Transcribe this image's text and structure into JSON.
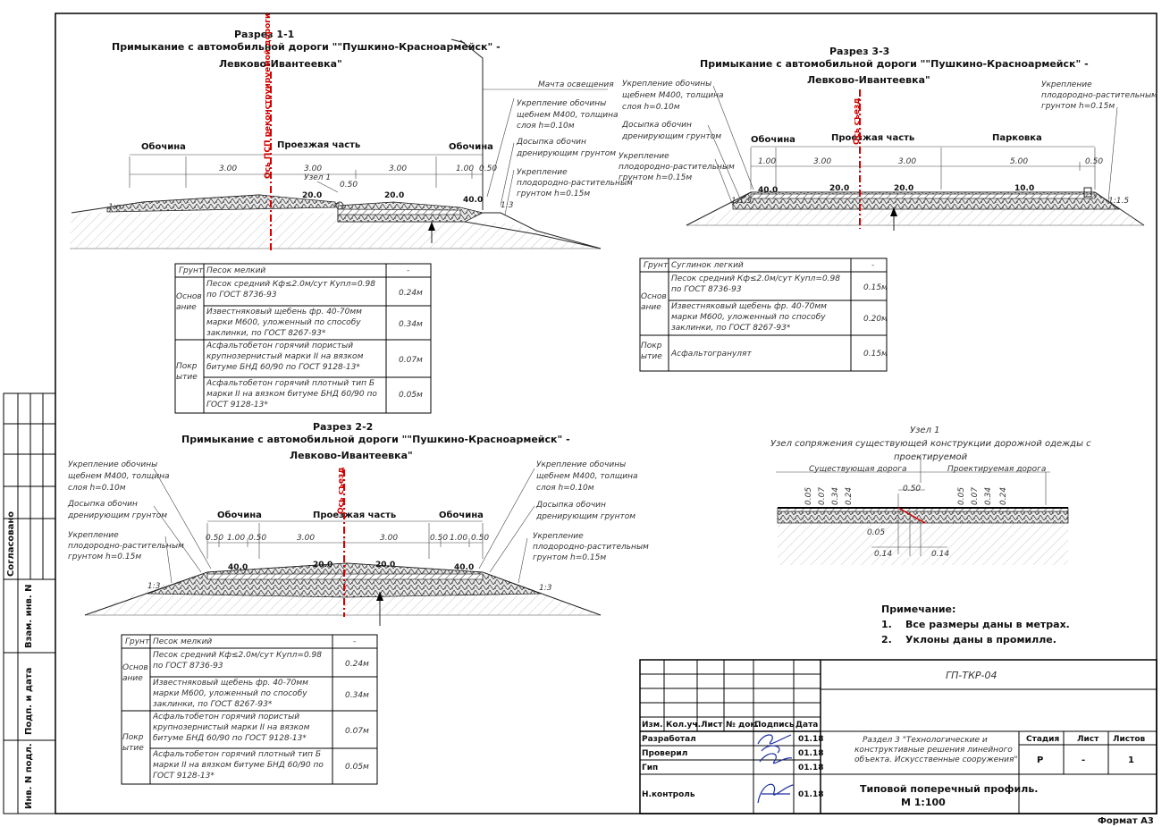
{
  "format_label": "Формат А3",
  "left_strip": {
    "agreed": "Согласовано",
    "inv_replace": "Взам. инв. N",
    "sign_date": "Подп. и дата",
    "inv_orig": "Инв. N подл."
  },
  "section11": {
    "title": "Разрез 1-1",
    "subtitle_1": "Примыкание с автомобильной дороги \"\"Пушкино-Красноармейск\" -",
    "subtitle_2": "Левково-Ивантеевка\"",
    "axis_label": "Ось ПСП реконструируемой дороги",
    "shoulder_left": "Обочина",
    "carriageway": "Проезжая часть",
    "shoulder_right": "Обочина",
    "dim_300a": "3.00",
    "dim_300b": "3.00",
    "dim_300c": "3.00",
    "dim_100": "1.00",
    "dim_050": "0.50",
    "node": "Узел 1",
    "node_dim": "0.50",
    "slope_20a": "20.0",
    "slope_20b": "20.0",
    "slope_40": "40.0",
    "slope_11": "1:n",
    "slope_13": "1:3",
    "callout_mast": "Мачта освещения",
    "callout_1": "Укрепление обочины",
    "callout_1b": "щебнем М400, толщина",
    "callout_1c": "слоя h=0.10м",
    "callout_2": "Досыпка обочин",
    "callout_2b": "дренирующим грунтом",
    "callout_3": "Укрепление",
    "callout_3b": "плодородно-растительным",
    "callout_3c": "грунтом h=0.15м"
  },
  "table1": {
    "rows": [
      {
        "group": "Грунт",
        "desc": "Песок мелкий",
        "value": "-"
      },
      {
        "group": "Основание",
        "desc": "Песок средний Кф≤2.0м/сут Купл=0.98 по ГОСТ 8736-93",
        "value": "0.24м"
      },
      {
        "group": "",
        "desc": "Известняковый щебень фр. 40-70мм марки М600, уложенный по способу заклинки, по ГОСТ 8267-93*",
        "value": "0.34м"
      },
      {
        "group": "Покрытие",
        "desc": "Асфальтобетон горячий пористый крупнозернистый марки II на вязком битуме БНД 60/90 по ГОСТ 9128-13*",
        "value": "0.07м"
      },
      {
        "group": "",
        "desc": "Асфальтобетон горячий плотный тип Б марки II на вязком битуме БНД 60/90 по ГОСТ 9128-13*",
        "value": "0.05м"
      }
    ]
  },
  "section22": {
    "title": "Разрез 2-2",
    "subtitle_1": "Примыкание с автомобильной дороги \"\"Пушкино-Красноармейск\" -",
    "subtitle_2": "Левково-Ивантеевка\"",
    "axis_label": "Ось съезд",
    "shoulder_left": "Обочина",
    "carriageway": "Проезжая часть",
    "shoulder_right": "Обочина",
    "dim_050a": "0.50",
    "dim_100a": "1.00",
    "dim_050b": "0.50",
    "dim_300a": "3.00",
    "dim_300b": "3.00",
    "dim_050c": "0.50",
    "dim_100b": "1.00",
    "dim_050d": "0.50",
    "slope_40a": "40.0",
    "slope_20a": "20.0",
    "slope_20b": "20.0",
    "slope_40b": "40.0",
    "slope_13a": "1:3",
    "slope_13b": "1:3",
    "left_c1": "Укрепление обочины",
    "left_c1b": "щебнем М400, толщина",
    "left_c1c": "слоя h=0.10м",
    "left_c2": "Досыпка обочин",
    "left_c2b": "дренирующим грунтом",
    "left_c3": "Укрепление",
    "left_c3b": "плодородно-растительным",
    "left_c3c": "грунтом h=0.15м",
    "right_c1": "Укрепление обочины",
    "right_c1b": "щебнем М400, толщина",
    "right_c1c": "слоя h=0.10м",
    "right_c2": "Досыпка обочин",
    "right_c2b": "дренирующим грунтом",
    "right_c3": "Укрепление",
    "right_c3b": "плодородно-растительным",
    "right_c3c": "грунтом h=0.15м"
  },
  "table2": {
    "rows": [
      {
        "group": "Грунт",
        "desc": "Песок мелкий",
        "value": "-"
      },
      {
        "group": "Основание",
        "desc": "Песок средний Кф≤2.0м/сут Купл=0.98 по ГОСТ 8736-93",
        "value": "0.24м"
      },
      {
        "group": "",
        "desc": "Известняковый щебень фр. 40-70мм марки М600, уложенный по способу заклинки, по ГОСТ 8267-93*",
        "value": "0.34м"
      },
      {
        "group": "Покрытие",
        "desc": "Асфальтобетон горячий пористый крупнозернистый марки II на вязком битуме БНД 60/90 по ГОСТ 9128-13*",
        "value": "0.07м"
      },
      {
        "group": "",
        "desc": "Асфальтобетон горячий плотный тип Б марки II на вязком битуме БНД 60/90 по ГОСТ 9128-13*",
        "value": "0.05м"
      }
    ]
  },
  "section33": {
    "title": "Разрез 3-3",
    "subtitle_1": "Примыкание с автомобильной дороги \"\"Пушкино-Красноармейск\" -",
    "subtitle_2": "Левково-Ивантеевка\"",
    "axis_label": "Ось съезд",
    "shoulder": "Обочина",
    "carriageway": "Проезжая часть",
    "parking": "Парковка",
    "dim_100": "1.00",
    "dim_300a": "3.00",
    "dim_300b": "3.00",
    "dim_500": "5.00",
    "dim_050": "0.50",
    "slope_40": "40.0",
    "slope_20a": "20.0",
    "slope_20b": "20.0",
    "slope_10": "10.0",
    "slope_15a": "1:1.5",
    "slope_15b": "1:1.5",
    "c1": "Укрепление обочины",
    "c1b": "щебнем М400, толщина",
    "c1c": "слоя h=0.10м",
    "c2": "Досыпка обочин",
    "c2b": "дренирующим грунтом",
    "c3": "Укрепление",
    "c3b": "плодородно-растительным",
    "c3c": "грунтом h=0.15м",
    "r1": "Укрепление",
    "r1b": "плодородно-растительным",
    "r1c": "грунтом h=0.15м"
  },
  "table3": {
    "rows": [
      {
        "group": "Грунт",
        "desc": "Суглинок легкий",
        "value": "-"
      },
      {
        "group": "Основание",
        "desc": "Песок средний Кф≤2.0м/сут Купл=0.98 по ГОСТ 8736-93",
        "value": "0.15м"
      },
      {
        "group": "",
        "desc": "Известняковый щебень фр. 40-70мм марки М600, уложенный по способу заклинки, по ГОСТ 8267-93*",
        "value": "0.20м"
      },
      {
        "group": "Покрытие",
        "desc": "Асфальтогранулят",
        "value": "0.15м"
      }
    ]
  },
  "node1": {
    "title": "Узел 1",
    "subtitle_1": "Узел сопряжения существующей конструкции дорожной одежды с",
    "subtitle_2": "проектируемой",
    "existing": "Существующая дорога",
    "designed": "Проектируемая дорога",
    "dim_050": "0.50",
    "dim_005": "0.05",
    "dim_014a": "0.14",
    "dim_014b": "0.14",
    "v1": "0.05",
    "v2": "0.07",
    "v3": "0.34",
    "v4": "0.24",
    "v5": "0.05",
    "v6": "0.07",
    "v7": "0.34",
    "v8": "0.24"
  },
  "notes": {
    "title": "Примечание:",
    "n1_num": "1.",
    "n1": "Все размеры даны в метрах.",
    "n2_num": "2.",
    "n2": "Уклоны даны в промилле."
  },
  "stamp": {
    "code": "ГП-ТКР-04",
    "h_izm": "Изм.",
    "h_kol": "Кол.уч.",
    "h_list": "Лист",
    "h_doc": "№ док.",
    "h_sign": "Подпись",
    "h_date": "Дата",
    "r1": "Разработал",
    "r2": "Проверил",
    "r3": "Гип",
    "r4": "Н.контроль",
    "d1": "01.18",
    "d2": "01.18",
    "d3": "01.18",
    "d4": "01.18",
    "section_1": "Раздел 3 \"Технологические и",
    "section_2": "конструктивные решения линейного",
    "section_3": "объекта. Искусственные сооружения\"",
    "stage_h": "Стадия",
    "sheet_h": "Лист",
    "sheets_h": "Листов",
    "stage": "Р",
    "sheet": "-",
    "sheets": "1",
    "name_1": "Типовой поперечный профиль.",
    "name_2": "М 1:100"
  }
}
